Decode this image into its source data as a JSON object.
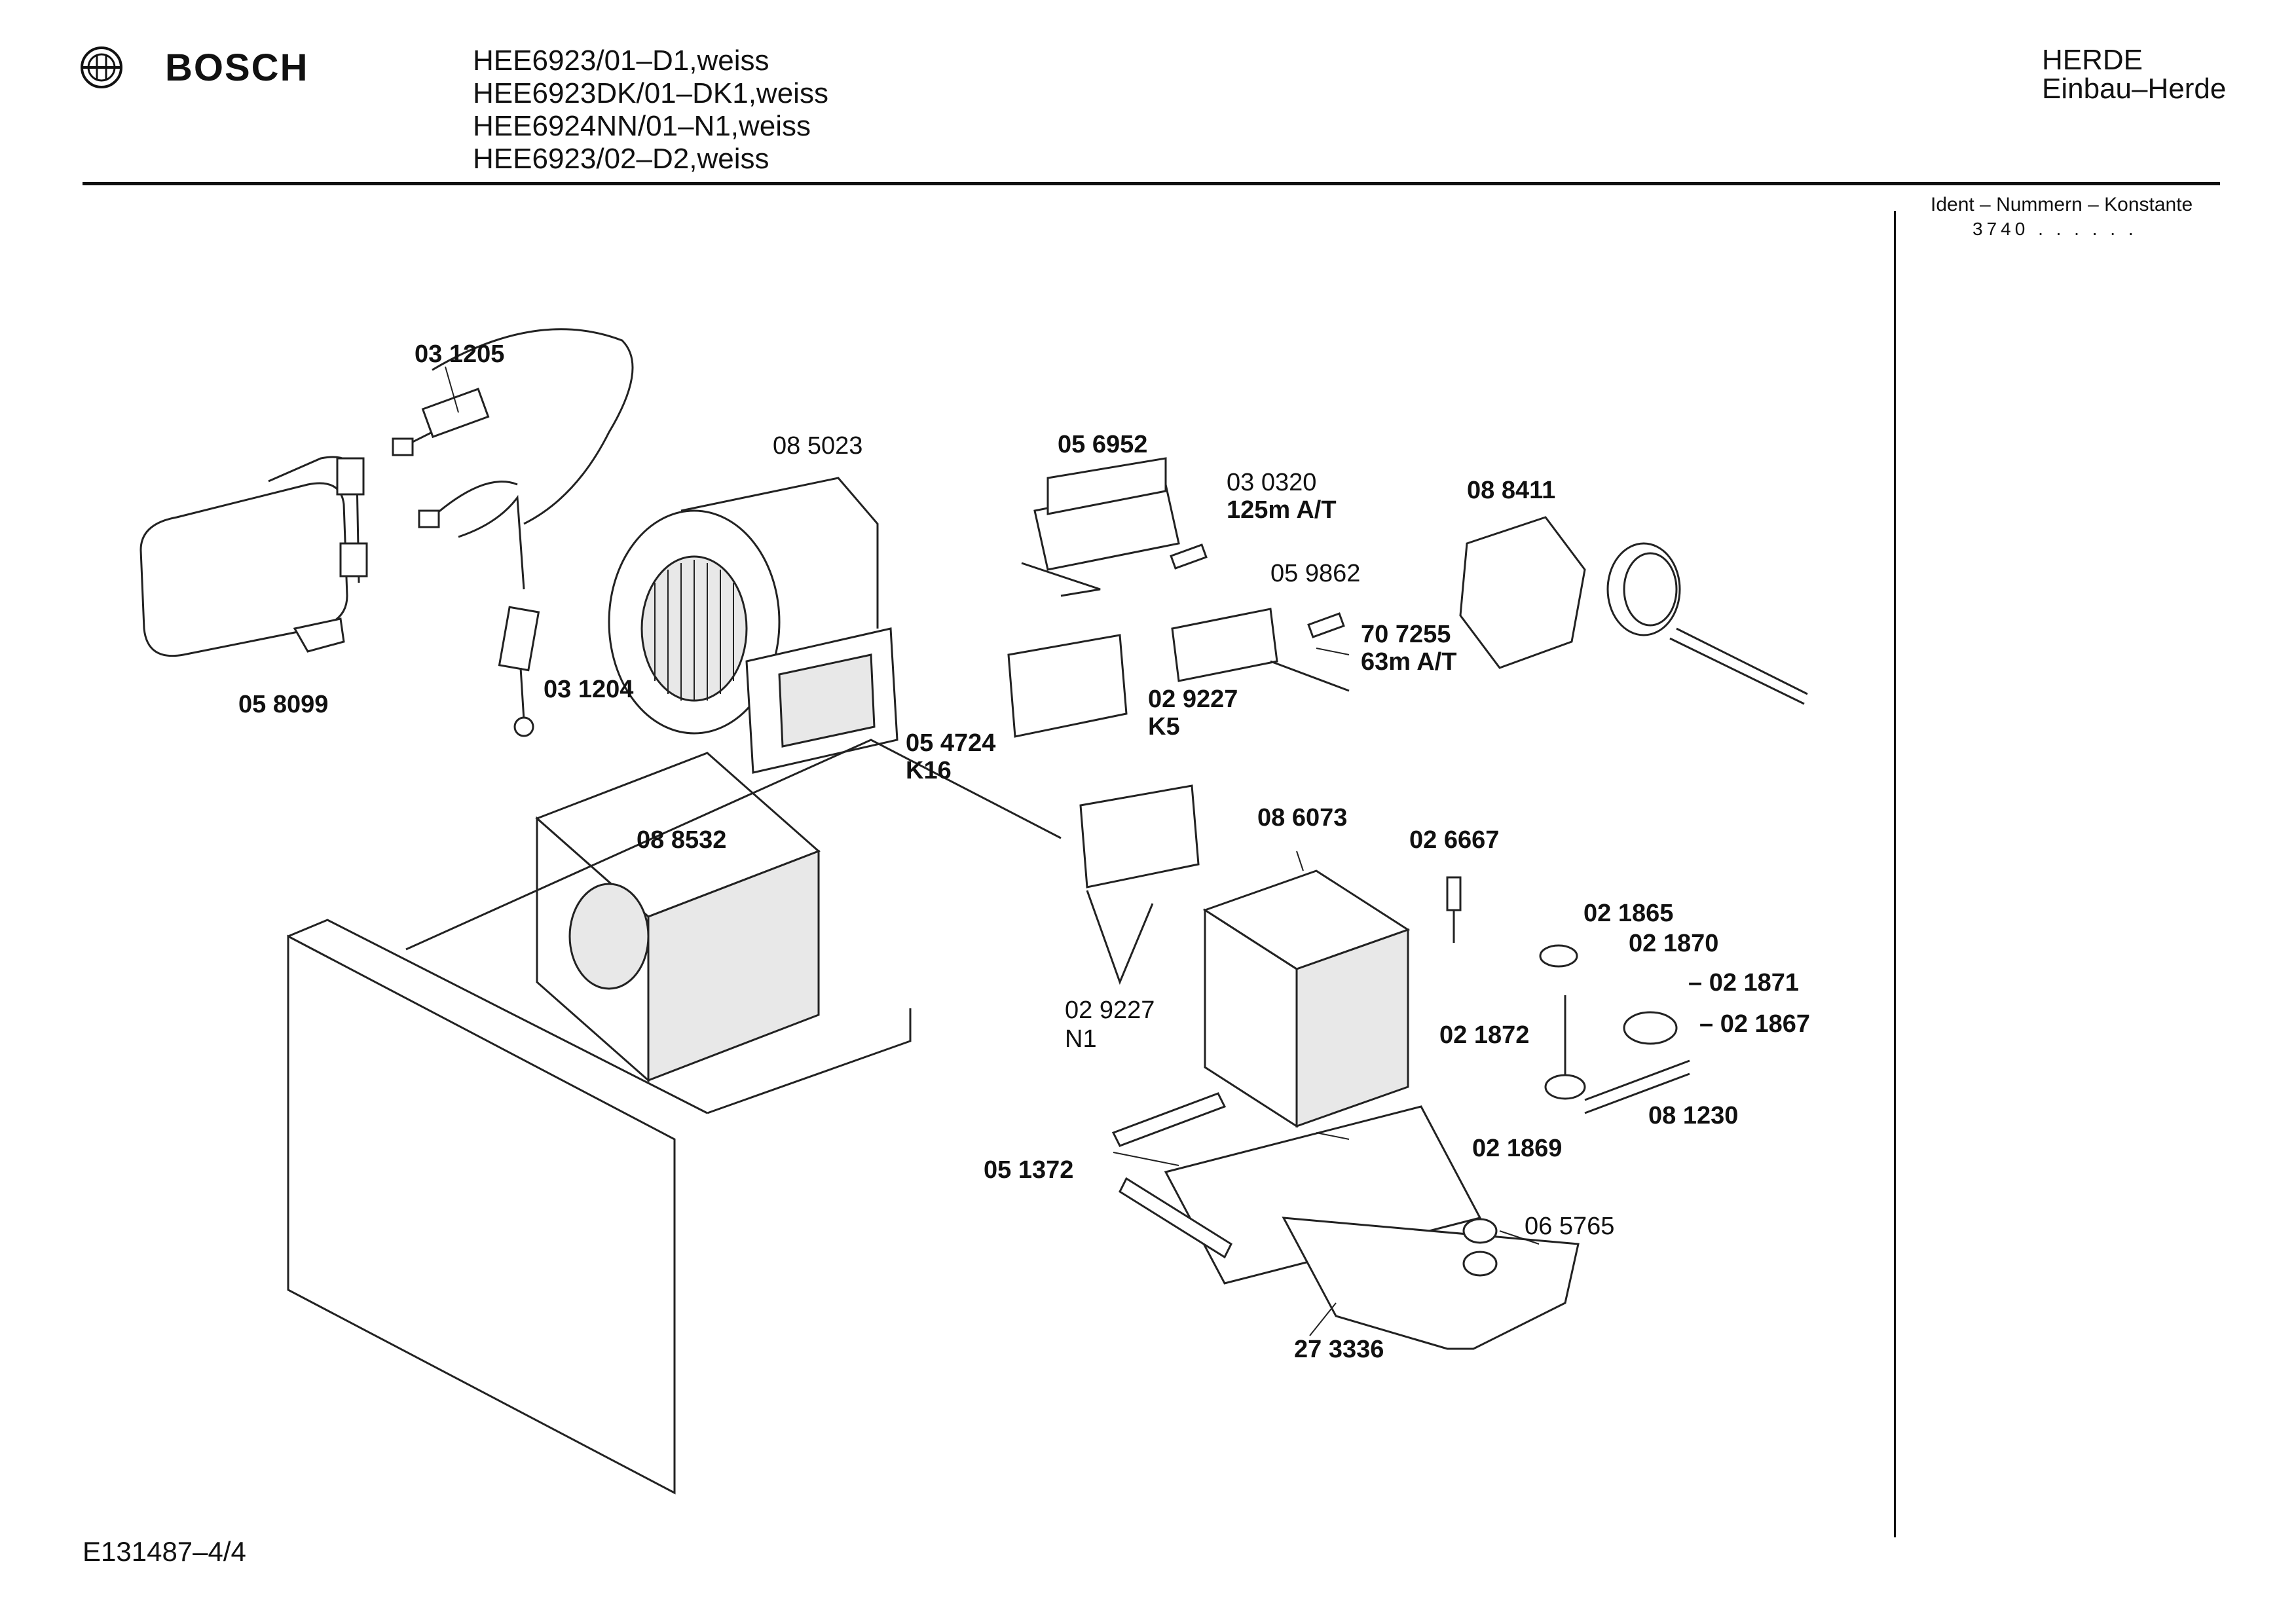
{
  "header": {
    "brand": "BOSCH",
    "brand_icon": "bosch-armature-icon",
    "models": [
      "HEE6923/01–D1,weiss",
      "HEE6923DK/01–DK1,weiss",
      "HEE6924NN/01–N1,weiss",
      "HEE6923/02–D2,weiss"
    ],
    "category": "HERDE",
    "subcategory": "Einbau–Herde"
  },
  "sidebar": {
    "ident_label": "Ident – Nummern – Konstante",
    "ident_value": "3740 . . . . . ."
  },
  "footer": {
    "code": "E131487–4/4"
  },
  "parts": {
    "p031205": "03 1205",
    "p085023": "08 5023",
    "p056952": "05 6952",
    "p030320": "03 0320",
    "p030320_spec": "125m A/T",
    "p088411": "08 8411",
    "p059862": "05 9862",
    "p707255": "70 7255",
    "p707255_spec": "63m A/T",
    "p058099": "05 8099",
    "p031204": "03 1204",
    "p029227_k5": "02 9227",
    "k5": "K5",
    "p054724": "05 4724",
    "k16": "K16",
    "p088532": "08 8532",
    "p086073": "08 6073",
    "p026667": "02 6667",
    "p021865": "02 1865",
    "p021870": "02 1870",
    "p021871": "– 02 1871",
    "p021867": "– 02 1867",
    "p021872": "02 1872",
    "p029227_n1": "02 9227",
    "n1": "N1",
    "p081230": "08 1230",
    "p021869": "02 1869",
    "p051372": "05 1372",
    "p065765": "06 5765",
    "p273336": "27 3336"
  }
}
